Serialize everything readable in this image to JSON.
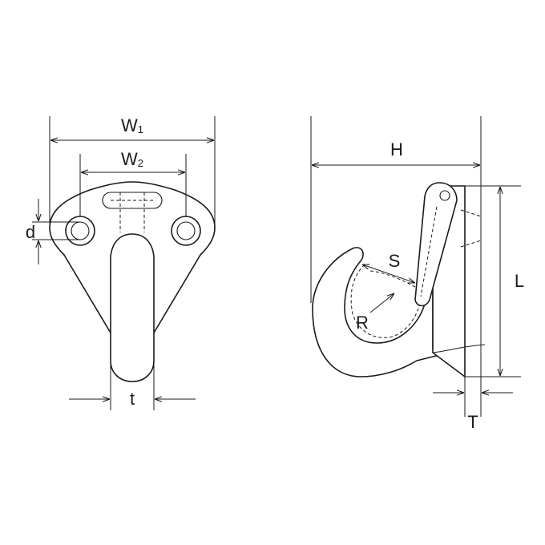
{
  "diagram": {
    "front_view": {
      "w1": {
        "main": "W",
        "sub": "1"
      },
      "w2": {
        "main": "W",
        "sub": "2"
      },
      "d": "d",
      "t": "t"
    },
    "side_view": {
      "h": "H",
      "l": "L",
      "s": "S",
      "r": "R",
      "t_upper": "T"
    },
    "colors": {
      "line": "#1a1a1a",
      "background": "#ffffff"
    }
  }
}
